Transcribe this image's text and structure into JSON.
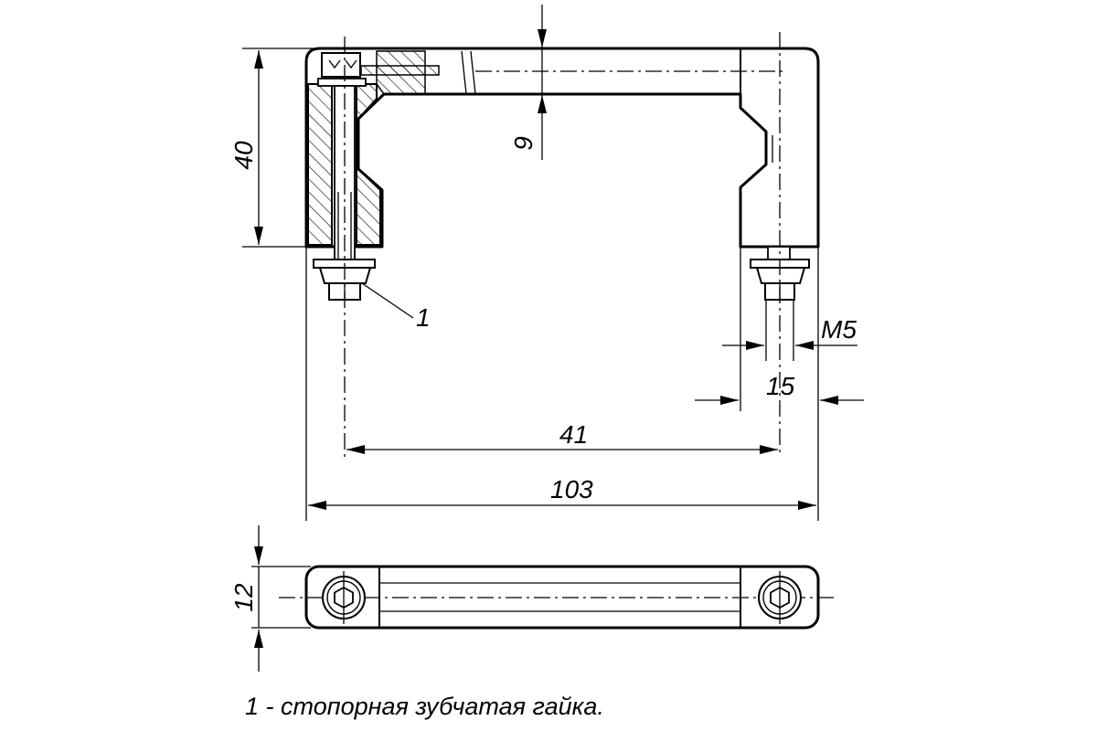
{
  "dimensions": {
    "height": "40",
    "wall": "9",
    "thread": "M5",
    "boss_width": "15",
    "hole_spacing": "41",
    "overall_length": "103",
    "profile_height": "12"
  },
  "callouts": {
    "item_1": "1"
  },
  "caption": "1 - стопорная зубчатая гайка."
}
